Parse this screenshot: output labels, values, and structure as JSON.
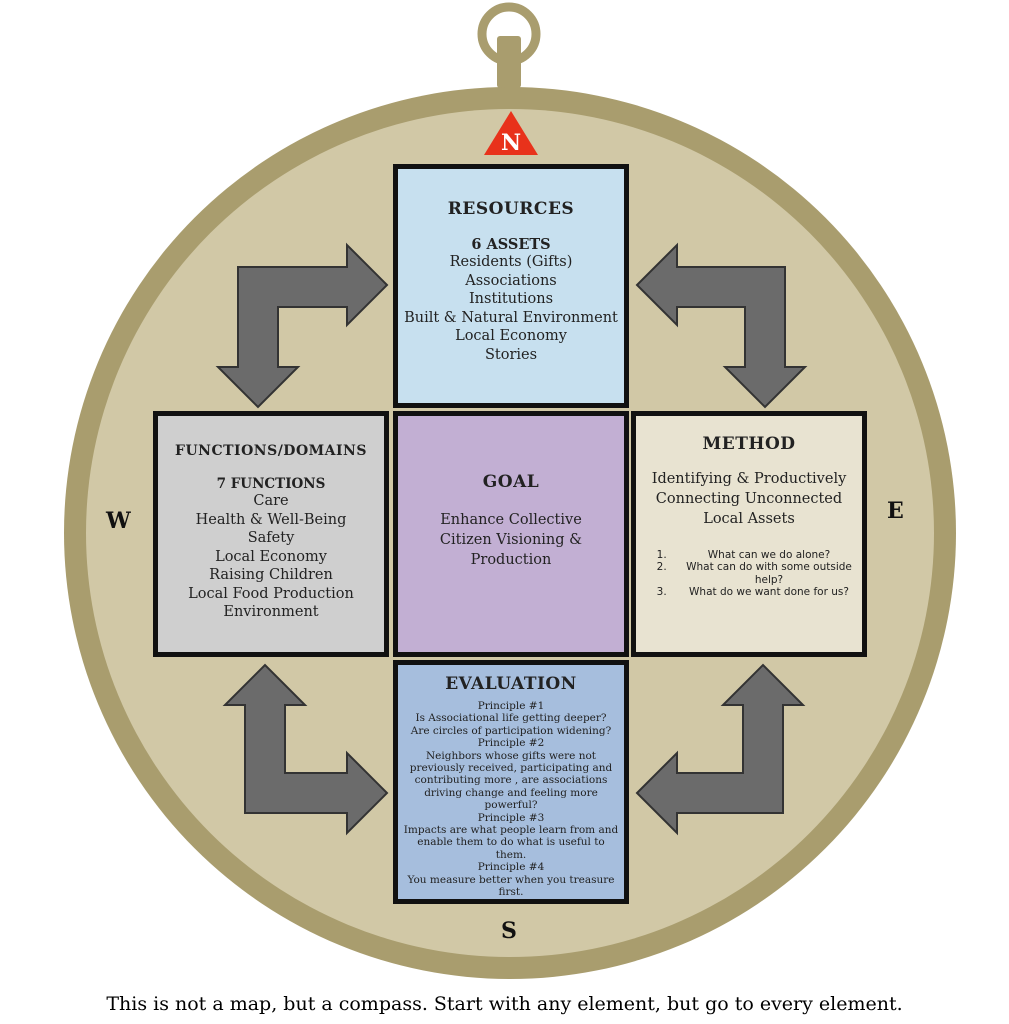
{
  "directions": {
    "north": "N",
    "south": "S",
    "east": "E",
    "west": "W"
  },
  "resources": {
    "title": "RESOURCES",
    "subtitle": "6 ASSETS",
    "items": [
      "Residents (Gifts)",
      "Associations",
      "Institutions",
      "Built & Natural Environment",
      "Local Economy",
      "Stories"
    ]
  },
  "functions": {
    "title": "FUNCTIONS/DOMAINS",
    "subtitle": "7 FUNCTIONS",
    "items": [
      "Care",
      "Health & Well-Being",
      "Safety",
      "Local Economy",
      "Raising Children",
      "Local Food Production",
      "Environment"
    ]
  },
  "goal": {
    "title": "GOAL",
    "lines": [
      "Enhance Collective",
      "Citizen Visioning &",
      "Production"
    ]
  },
  "method": {
    "title": "METHOD",
    "lines": [
      "Identifying & Productively",
      "Connecting Unconnected",
      "Local Assets"
    ],
    "questions": [
      "What can we do alone?",
      "What can do with some outside help?",
      "What do we want done for us?"
    ]
  },
  "evaluation": {
    "title": "EVALUATION",
    "lines": [
      "Principle #1",
      "Is Associational life getting deeper?",
      "Are circles of participation widening?",
      "Principle #2",
      "Neighbors whose gifts were not",
      "previously received, participating and",
      "contributing more , are associations",
      "driving change and feeling more",
      "powerful?",
      "Principle #3",
      "Impacts are what people learn from and",
      "enable them to do what is useful to",
      "them.",
      "Principle #4",
      "You measure better when you treasure",
      "first."
    ]
  },
  "caption": "This is not a map, but a compass. Start with any element, but go to every element.",
  "colors": {
    "compass_rim": "#a99d6e",
    "compass_face": "#d1c8a6",
    "north_marker": "#e8321b",
    "arrow": "#666666",
    "resources_bg": "#c7e0ef",
    "functions_bg": "#cfcfcf",
    "goal_bg": "#c2afd3",
    "method_bg": "#e8e3d1",
    "evaluation_bg": "#a6bedd"
  }
}
